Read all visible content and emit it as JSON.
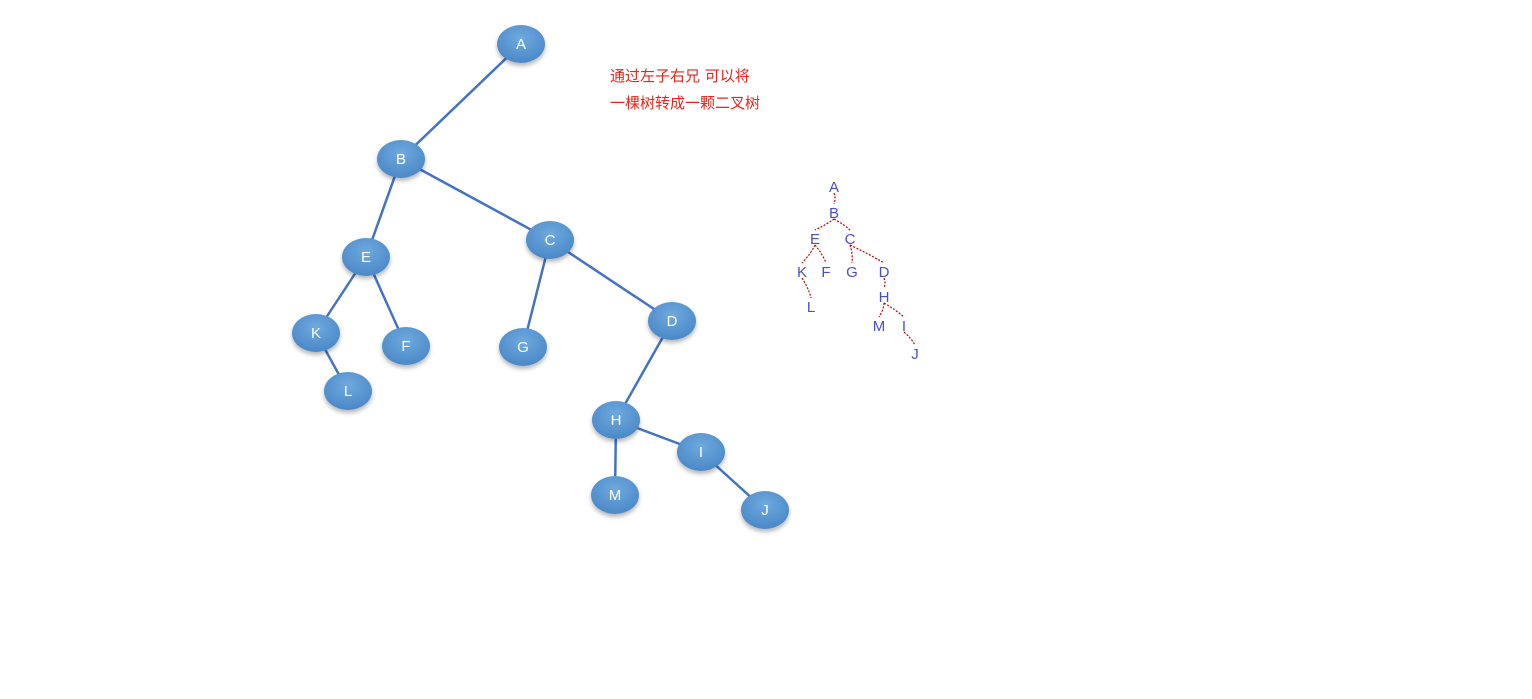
{
  "caption": {
    "line1": "通过左子右兄 可以将",
    "line2": "一棵树转成一颗二叉树"
  },
  "colors": {
    "node_fill": "#5b9bd5",
    "edge": "#4472c4",
    "caption": "#e8231a",
    "small_label": "#4a4fc4",
    "small_edge": "#c00000"
  },
  "tree": {
    "nodes": [
      {
        "id": "A",
        "label": "A"
      },
      {
        "id": "B",
        "label": "B"
      },
      {
        "id": "C",
        "label": "C"
      },
      {
        "id": "D",
        "label": "D"
      },
      {
        "id": "E",
        "label": "E"
      },
      {
        "id": "F",
        "label": "F"
      },
      {
        "id": "G",
        "label": "G"
      },
      {
        "id": "H",
        "label": "H"
      },
      {
        "id": "I",
        "label": "I"
      },
      {
        "id": "J",
        "label": "J"
      },
      {
        "id": "K",
        "label": "K"
      },
      {
        "id": "L",
        "label": "L"
      },
      {
        "id": "M",
        "label": "M"
      }
    ],
    "edges": [
      [
        "B",
        "A"
      ],
      [
        "B",
        "C"
      ],
      [
        "E",
        "B"
      ],
      [
        "E",
        "K"
      ],
      [
        "E",
        "F"
      ],
      [
        "K",
        "L"
      ],
      [
        "C",
        "G"
      ],
      [
        "C",
        "D"
      ],
      [
        "H",
        "D"
      ],
      [
        "H",
        "I"
      ],
      [
        "H",
        "M"
      ],
      [
        "I",
        "J"
      ]
    ]
  },
  "binary_tree": {
    "nodes": [
      {
        "id": "A",
        "label": "A"
      },
      {
        "id": "B",
        "label": "B"
      },
      {
        "id": "E",
        "label": "E"
      },
      {
        "id": "C",
        "label": "C"
      },
      {
        "id": "K",
        "label": "K"
      },
      {
        "id": "F",
        "label": "F"
      },
      {
        "id": "G",
        "label": "G"
      },
      {
        "id": "D",
        "label": "D"
      },
      {
        "id": "L",
        "label": "L"
      },
      {
        "id": "H",
        "label": "H"
      },
      {
        "id": "M",
        "label": "M"
      },
      {
        "id": "I",
        "label": "I"
      },
      {
        "id": "J",
        "label": "J"
      }
    ],
    "edges": [
      [
        "A",
        "B"
      ],
      [
        "B",
        "E"
      ],
      [
        "B",
        "C"
      ],
      [
        "E",
        "K"
      ],
      [
        "E",
        "F"
      ],
      [
        "K",
        "L"
      ],
      [
        "C",
        "G"
      ],
      [
        "C",
        "D"
      ],
      [
        "D",
        "H"
      ],
      [
        "H",
        "M"
      ],
      [
        "H",
        "I"
      ],
      [
        "I",
        "J"
      ]
    ]
  }
}
